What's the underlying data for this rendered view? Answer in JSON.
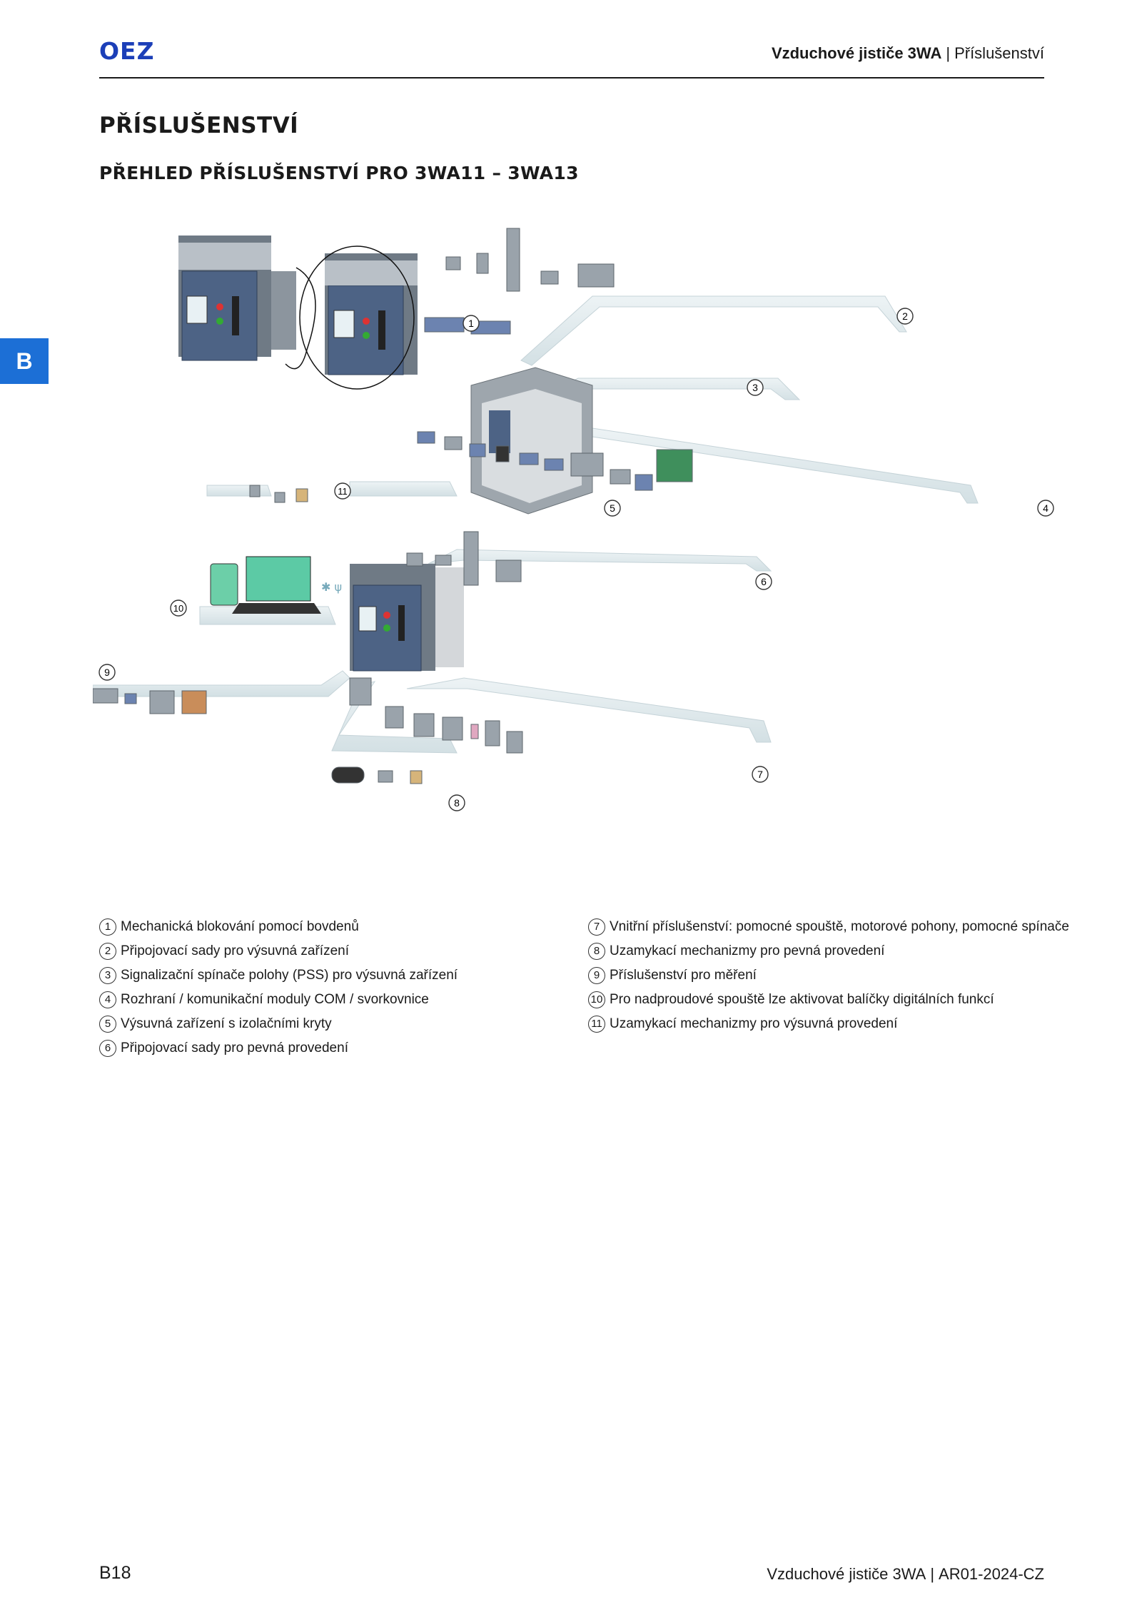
{
  "header": {
    "logo": "OEZ",
    "product": "Vzduchové jističe 3WA",
    "separator": "|",
    "section": "Příslušenství"
  },
  "side_tab": "B",
  "title": "PŘÍSLUŠENSTVÍ",
  "subtitle": "PŘEHLED PŘÍSLUŠENSTVÍ PRO 3WA11 – 3WA13",
  "diagram_numbers": [
    "1",
    "2",
    "3",
    "4",
    "5",
    "6",
    "7",
    "8",
    "9",
    "10",
    "11"
  ],
  "legend_left": [
    {
      "num": "1",
      "text": "Mechanická blokování pomocí bovdenů"
    },
    {
      "num": "2",
      "text": "Připojovací sady pro výsuvná zařízení"
    },
    {
      "num": "3",
      "text": "Signalizační spínače polohy (PSS) pro výsuvná zařízení"
    },
    {
      "num": "4",
      "text": "Rozhraní / komunikační moduly COM / svorkovnice"
    },
    {
      "num": "5",
      "text": "Výsuvná zařízení s izolačními kryty"
    },
    {
      "num": "6",
      "text": "Připojovací sady pro pevná provedení"
    }
  ],
  "legend_right": [
    {
      "num": "7",
      "text": "Vnitřní příslušenství: pomocné spouště, motorové pohony, pomocné spínače"
    },
    {
      "num": "8",
      "text": "Uzamykací mechanizmy pro pevná provedení"
    },
    {
      "num": "9",
      "text": "Příslušenství pro měření"
    },
    {
      "num": "10",
      "text": "Pro nadproudové spouště lze aktivovat balíčky digitálních funkcí"
    },
    {
      "num": "11",
      "text": "Uzamykací mechanizmy pro výsuvná provedení"
    }
  ],
  "footer": {
    "page": "B18",
    "doc_title": "Vzduchové jističe 3WA",
    "separator": "|",
    "doc_code": "AR01-2024-CZ"
  },
  "colors": {
    "brand_blue": "#1c3fb8",
    "tab_blue": "#1c6fd6",
    "breaker_body": "#4d6385",
    "rail": "#dfe9ec"
  }
}
